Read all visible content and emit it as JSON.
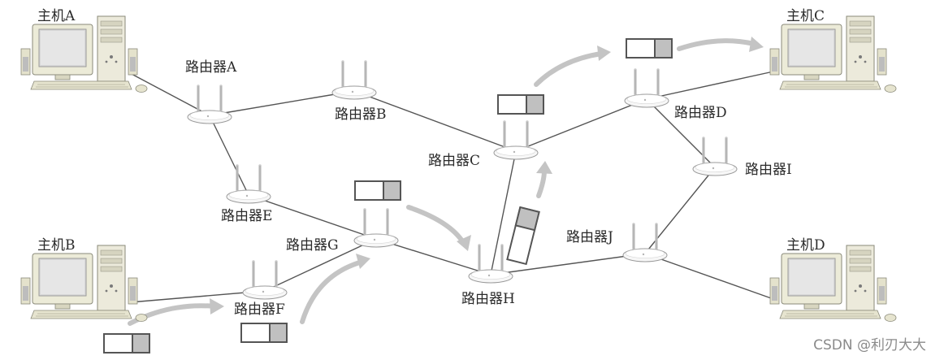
{
  "hosts": {
    "A": {
      "label": "主机A"
    },
    "B": {
      "label": "主机B"
    },
    "C": {
      "label": "主机C"
    },
    "D": {
      "label": "主机D"
    }
  },
  "routers": {
    "A": {
      "label": "路由器A"
    },
    "B": {
      "label": "路由器B"
    },
    "C": {
      "label": "路由器C"
    },
    "D": {
      "label": "路由器D"
    },
    "E": {
      "label": "路由器E"
    },
    "F": {
      "label": "路由器F"
    },
    "G": {
      "label": "路由器G"
    },
    "H": {
      "label": "路由器H"
    },
    "I": {
      "label": "路由器I"
    },
    "J": {
      "label": "路由器J"
    }
  },
  "links": [
    [
      "host-A",
      "router-A"
    ],
    [
      "router-A",
      "router-B"
    ],
    [
      "router-A",
      "router-E"
    ],
    [
      "router-B",
      "router-C"
    ],
    [
      "router-C",
      "router-D"
    ],
    [
      "router-C",
      "router-H"
    ],
    [
      "router-D",
      "host-C"
    ],
    [
      "router-D",
      "router-I"
    ],
    [
      "router-E",
      "router-G"
    ],
    [
      "router-G",
      "router-H"
    ],
    [
      "router-F",
      "router-G"
    ],
    [
      "host-B",
      "router-F"
    ],
    [
      "router-H",
      "router-J"
    ],
    [
      "router-J",
      "router-I"
    ],
    [
      "router-J",
      "host-D"
    ]
  ],
  "colors": {
    "link": "#555555",
    "arrow": "#c4c4c4",
    "packet_fill": "#c0c0c0",
    "packet_border": "#555555"
  },
  "watermark": "CSDN @利刃大大"
}
